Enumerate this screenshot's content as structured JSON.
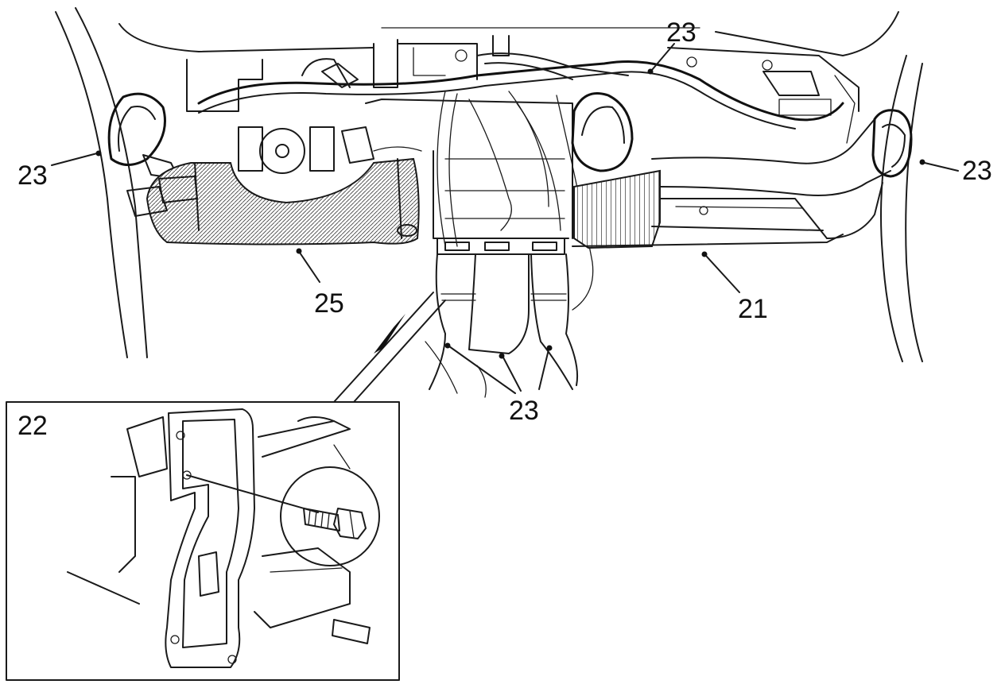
{
  "callouts": {
    "top_right": "23",
    "left": "23",
    "right": "23",
    "bottom_center": "23",
    "dashboard": "25",
    "heater_unit": "21",
    "inset": "22"
  }
}
